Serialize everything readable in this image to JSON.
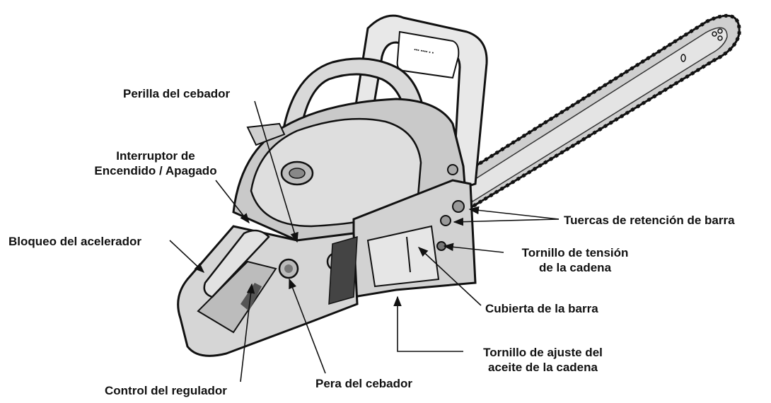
{
  "labels": {
    "choke_knob": "Perilla del cebador",
    "on_off_switch_line1": "Interruptor de",
    "on_off_switch_line2": "Encendido / Apagado",
    "throttle_lockout": "Bloqueo del acelerador",
    "bar_retaining_nuts": "Tuercas de retención de barra",
    "chain_tension_screw_line1": "Tornillo de tensión",
    "chain_tension_screw_line2": "de la cadena",
    "bar_cover": "Cubierta de la barra",
    "oil_adjust_screw_line1": "Tornillo de ajuste del",
    "oil_adjust_screw_line2": "aceite de la cadena",
    "throttle_control": "Control del regulador",
    "primer_bulb": "Pera del cebador"
  },
  "colors": {
    "ink": "#111111",
    "paper": "#ffffff",
    "shade": "#bdbdbd",
    "mid": "#9a9a9a",
    "dark": "#555555"
  }
}
